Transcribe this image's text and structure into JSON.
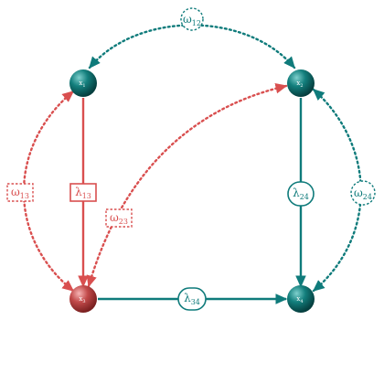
{
  "colors": {
    "teal": "#0f7b7b",
    "red": "#d94f4f",
    "node_teal_light": "#5fb7b5",
    "node_teal_dark": "#064848",
    "node_red_light": "#f4a6a6",
    "node_red_dark": "#8a2626"
  },
  "nodes": {
    "x1": {
      "label": "x",
      "sub": "1"
    },
    "x2": {
      "label": "x",
      "sub": "2"
    },
    "x3": {
      "label": "x",
      "sub": "3"
    },
    "x4": {
      "label": "x",
      "sub": "4"
    }
  },
  "edges": {
    "lambda13": {
      "label": "λ",
      "sub": "13",
      "style": "solid",
      "color": "red",
      "label_box": "square"
    },
    "lambda24": {
      "label": "λ",
      "sub": "24",
      "style": "solid",
      "color": "teal",
      "label_box": "rounded"
    },
    "lambda34": {
      "label": "λ",
      "sub": "34",
      "style": "solid",
      "color": "teal",
      "label_box": "rounded"
    },
    "omega12": {
      "label": "ω",
      "sub": "12",
      "style": "dotted",
      "color": "teal",
      "label_box": "dashed-circle"
    },
    "omega13": {
      "label": "ω",
      "sub": "13",
      "style": "dotted",
      "color": "red",
      "label_box": "dashed-square"
    },
    "omega23": {
      "label": "ω",
      "sub": "23",
      "style": "dotted",
      "color": "red",
      "label_box": "dashed-square"
    },
    "omega24": {
      "label": "ω",
      "sub": "24",
      "style": "dotted",
      "color": "teal",
      "label_box": "dashed-circle"
    }
  }
}
